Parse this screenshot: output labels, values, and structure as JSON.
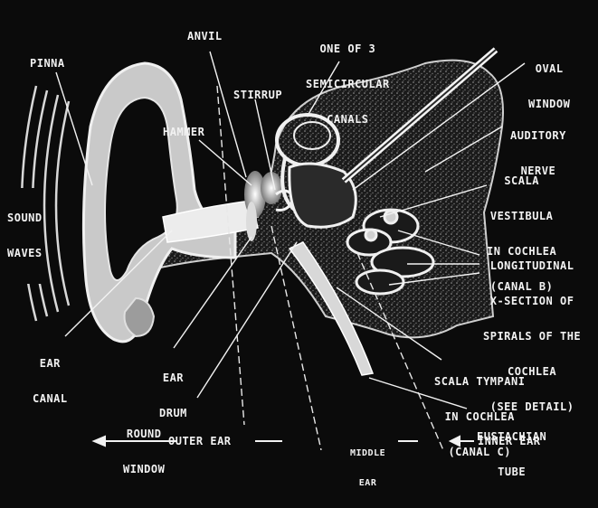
{
  "labels": {
    "pinna": "PINNA",
    "anvil": "ANVIL",
    "semicircular": [
      "ONE OF 3",
      "SEMICIRCULAR",
      "CANALS"
    ],
    "oval_window": [
      "OVAL",
      "WINDOW"
    ],
    "stirrup": "STIRRUP",
    "hammer": "HAMMER",
    "auditory_nerve": [
      "AUDITORY",
      "NERVE"
    ],
    "sound_waves": [
      "SOUND",
      "WAVES"
    ],
    "scala_vestibula": [
      "SCALA",
      "VESTIBULA",
      "IN COCHLEA",
      "(CANAL B)"
    ],
    "longitudinal": [
      "LONGITUDINAL",
      "X-SECTION OF",
      "SPIRALS OF THE",
      "COCHLEA",
      "(SEE DETAIL)"
    ],
    "ear_canal": [
      "EAR",
      "CANAL"
    ],
    "ear_drum": [
      "EAR",
      "DRUM"
    ],
    "scala_tympani": [
      "SCALA TYMPANI",
      "IN COCHLEA",
      "(CANAL C)"
    ],
    "round_window": [
      "ROUND",
      "WINDOW"
    ],
    "eustachian": [
      "EUSTACHIAN",
      "TUBE"
    ],
    "outer_ear": "OUTER EAR",
    "middle_ear": [
      "MIDDLE",
      "EAR"
    ],
    "inner_ear": "INNER EAR"
  },
  "colors": {
    "background": "#0b0b0b",
    "ink": "#f2f2f2",
    "tissue": "#bdbdbd"
  }
}
